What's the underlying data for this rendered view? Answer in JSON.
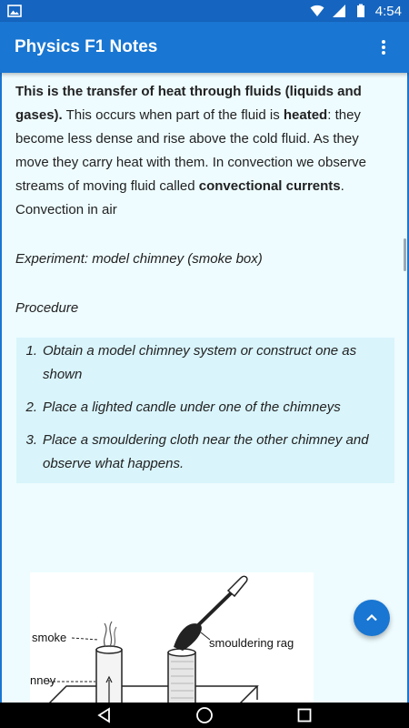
{
  "status_bar": {
    "time": "4:54"
  },
  "app_bar": {
    "title": "Physics F1 Notes"
  },
  "content": {
    "intro_bold": "This is the transfer of heat through fluids (liquids and gases).",
    "intro_text_1": " This occurs when part of the fluid is ",
    "intro_heated": "heated",
    "intro_text_2": ": they become less dense and rise above the cold fluid. As they move they carry heat with them. In convection we observe streams of moving fluid called ",
    "intro_currents": "convectional currents",
    "intro_text_3": ".",
    "convection_air": "Convection in air",
    "experiment": "Experiment: model chimney (smoke box)",
    "procedure": "Procedure",
    "steps": [
      {
        "num": "1.",
        "text": "Obtain a model chimney system or construct one as shown"
      },
      {
        "num": "2.",
        "text": "Place a lighted candle under one of the chimneys"
      },
      {
        "num": "3.",
        "text": "Place a smouldering cloth near the other chimney and observe what happens."
      }
    ],
    "figure": {
      "label_smoke": "smoke",
      "label_rag": "smouldering rag",
      "label_chimney": "nney"
    }
  }
}
